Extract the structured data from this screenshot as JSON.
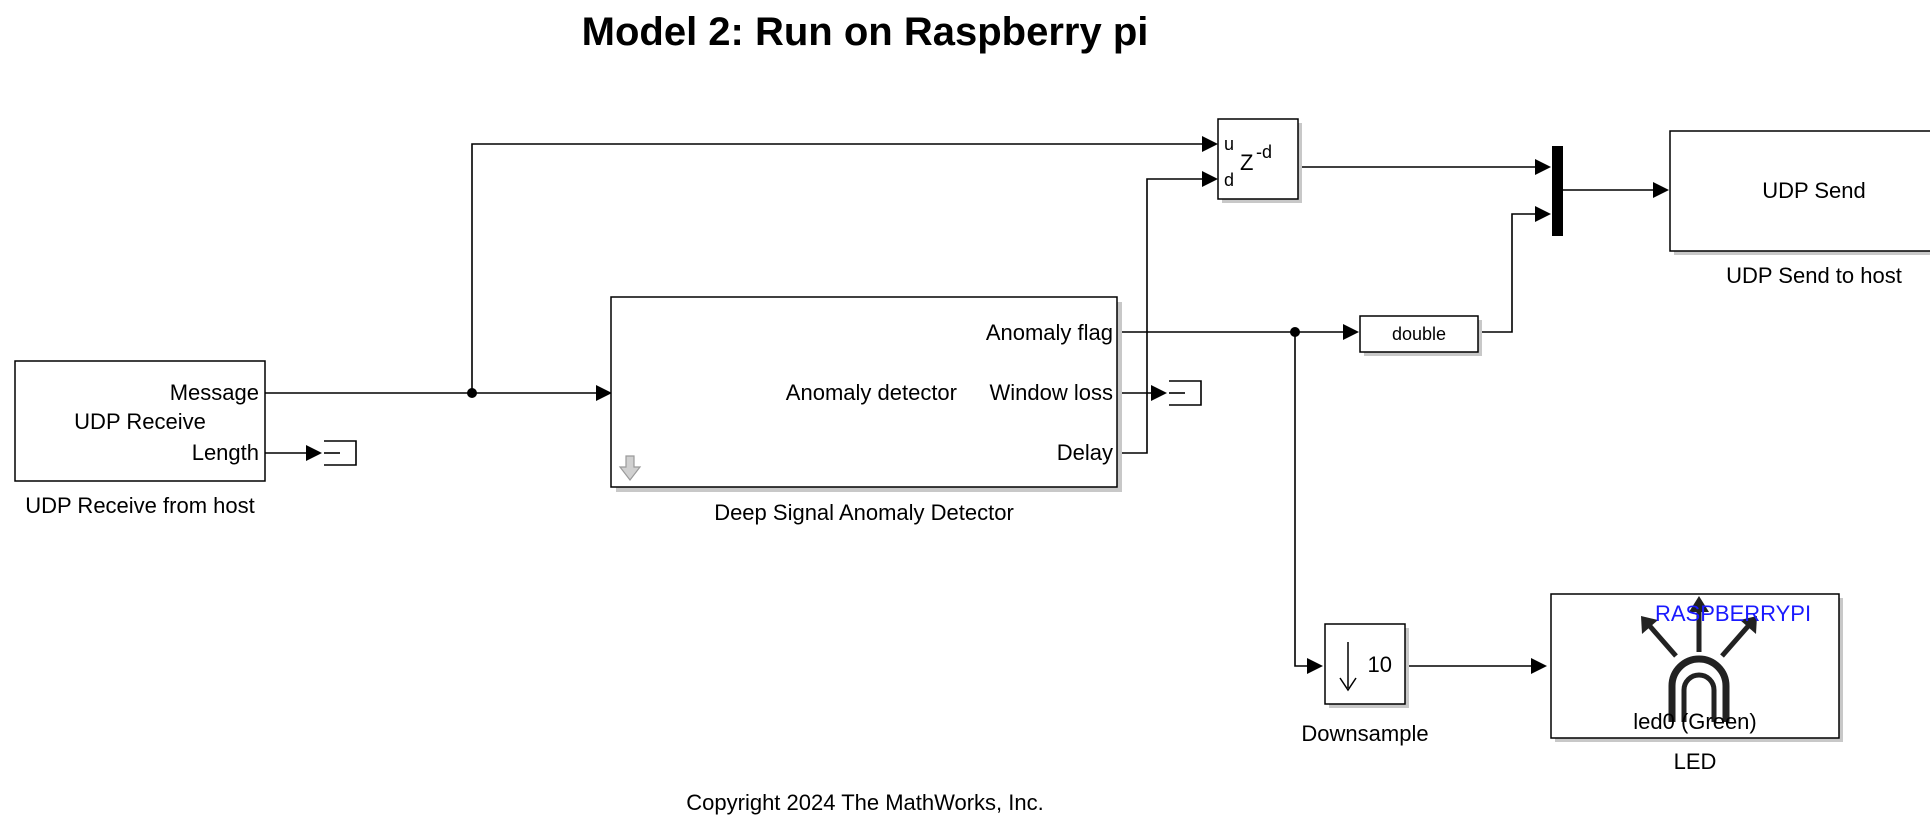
{
  "title": "Model 2: Run on Raspberry pi",
  "blocks": {
    "udp_receive": {
      "port_message": "Message",
      "center_label": "UDP Receive",
      "port_length": "Length",
      "caption": "UDP Receive from host"
    },
    "detector": {
      "center_label": "Anomaly detector",
      "port_flag": "Anomaly flag",
      "port_window_loss": "Window loss",
      "port_delay": "Delay",
      "caption": "Deep Signal Anomaly Detector"
    },
    "variable_delay": {
      "port_u": "u",
      "port_d": "d",
      "symbol_main": "Z",
      "symbol_exp": "-d"
    },
    "convert": {
      "label": "double"
    },
    "udp_send": {
      "label": "UDP Send",
      "caption": "UDP Send to host"
    },
    "downsample": {
      "factor": "10",
      "caption": "Downsample"
    },
    "led": {
      "brand": "RASPBERRYPI",
      "channel": "led0 (Green)",
      "caption": "LED"
    }
  },
  "copyright": "Copyright 2024 The MathWorks, Inc."
}
